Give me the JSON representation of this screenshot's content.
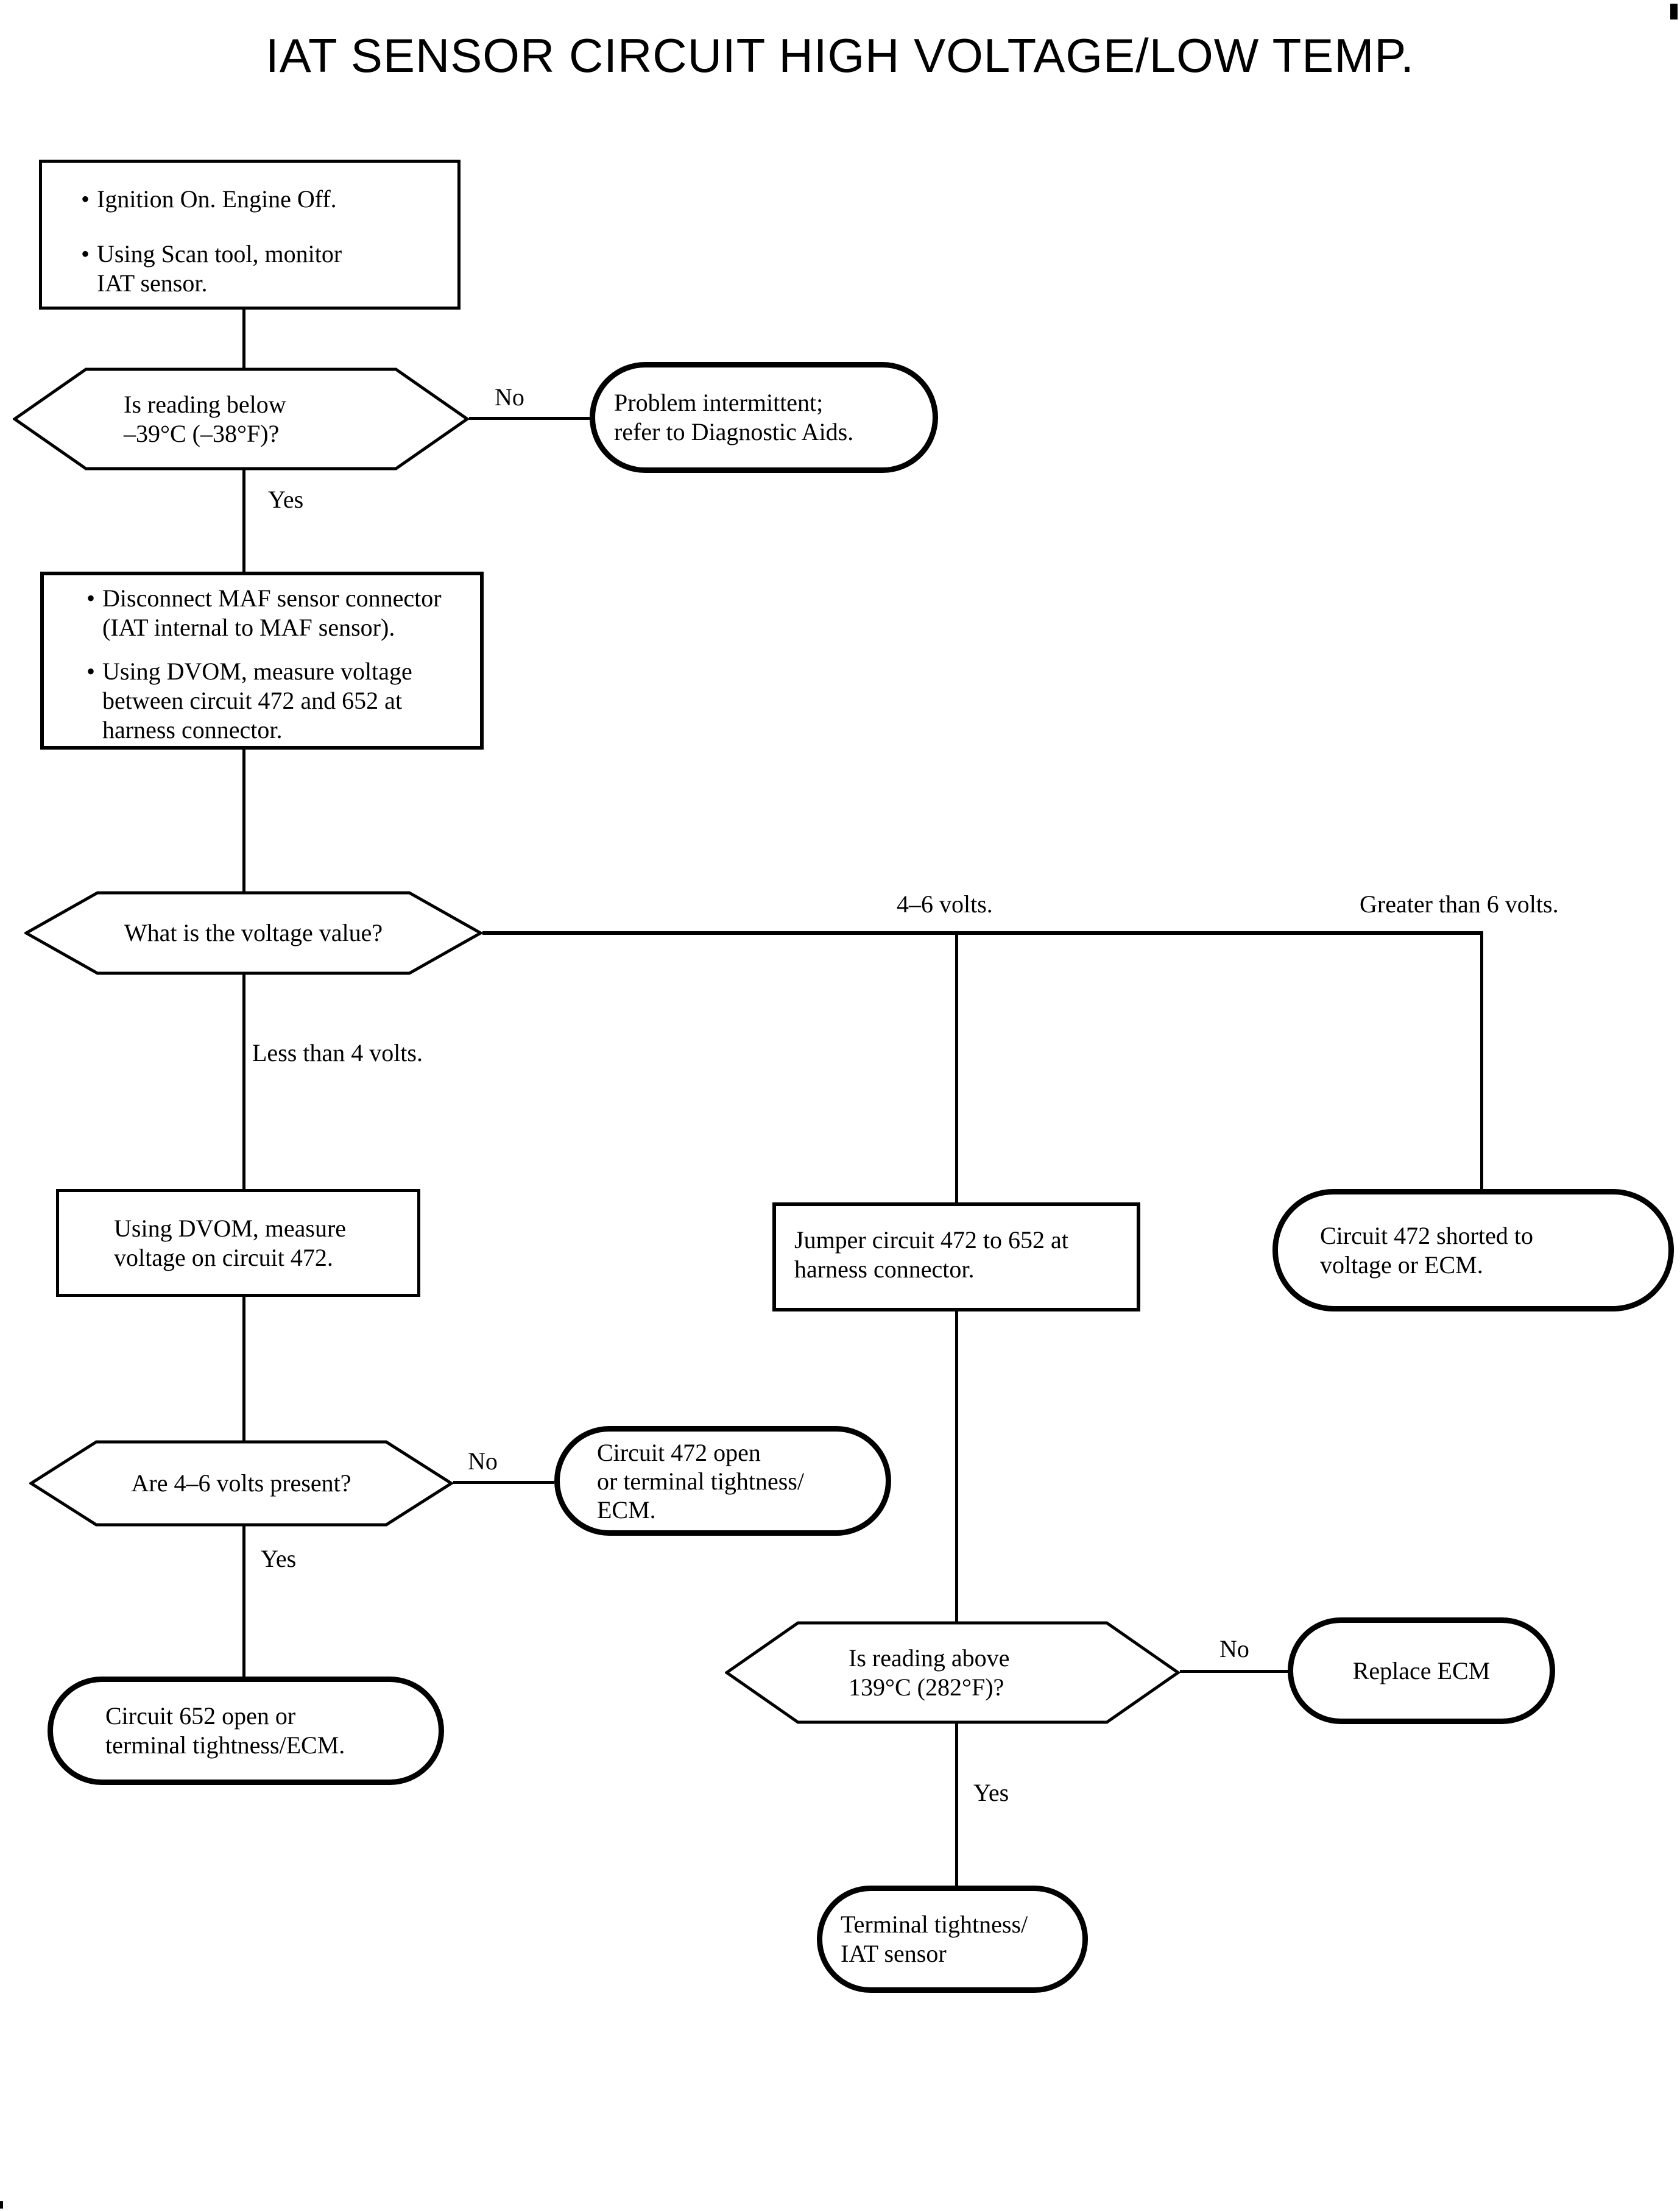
{
  "title": "IAT SENSOR CIRCUIT HIGH VOLTAGE/LOW TEMP.",
  "chars": {
    "bullet": "•"
  },
  "colors": {
    "ink": "#000000",
    "paper": "#ffffff"
  },
  "nodes": {
    "start": {
      "type": "process",
      "bullets": [
        "Ignition On. Engine Off.",
        "Using Scan tool, monitor\nIAT sensor."
      ]
    },
    "reading_below": {
      "type": "decision",
      "text": "Is reading below\n–39°C (–38°F)?"
    },
    "problem_intermittent": {
      "type": "terminator",
      "text": "Problem intermittent;\nrefer to Diagnostic Aids."
    },
    "disconnect_maf": {
      "type": "process",
      "bullets": [
        "Disconnect MAF sensor connector\n(IAT internal to MAF sensor).",
        "Using DVOM, measure voltage\nbetween circuit 472 and 652 at\nharness connector."
      ]
    },
    "voltage_value": {
      "type": "decision",
      "text": "What is the voltage value?"
    },
    "measure_472": {
      "type": "process",
      "text": "Using DVOM, measure\nvoltage on circuit 472."
    },
    "jumper_472_652": {
      "type": "process",
      "text": "Jumper circuit 472 to 652 at\nharness connector."
    },
    "shorted_472": {
      "type": "terminator",
      "text": "Circuit 472 shorted to\nvoltage or ECM."
    },
    "volts_present": {
      "type": "decision",
      "text": "Are 4–6 volts present?"
    },
    "open_472": {
      "type": "terminator",
      "text": "Circuit 472 open\nor terminal tightness/\nECM."
    },
    "open_652": {
      "type": "terminator",
      "text": "Circuit 652 open or\nterminal tightness/ECM."
    },
    "reading_above": {
      "type": "decision",
      "text": "Is reading above\n139°C (282°F)?"
    },
    "replace_ecm": {
      "type": "terminator",
      "text": "Replace ECM"
    },
    "terminal_tightness": {
      "type": "terminator",
      "text": "Terminal tightness/\nIAT sensor"
    }
  },
  "edge_labels": {
    "reading_below_no": "No",
    "reading_below_yes": "Yes",
    "voltage_less_4": "Less than 4 volts.",
    "voltage_4_6": "4–6 volts.",
    "voltage_gt_6": "Greater than 6 volts.",
    "volts_present_no": "No",
    "volts_present_yes": "Yes",
    "reading_above_no": "No",
    "reading_above_yes": "Yes"
  }
}
